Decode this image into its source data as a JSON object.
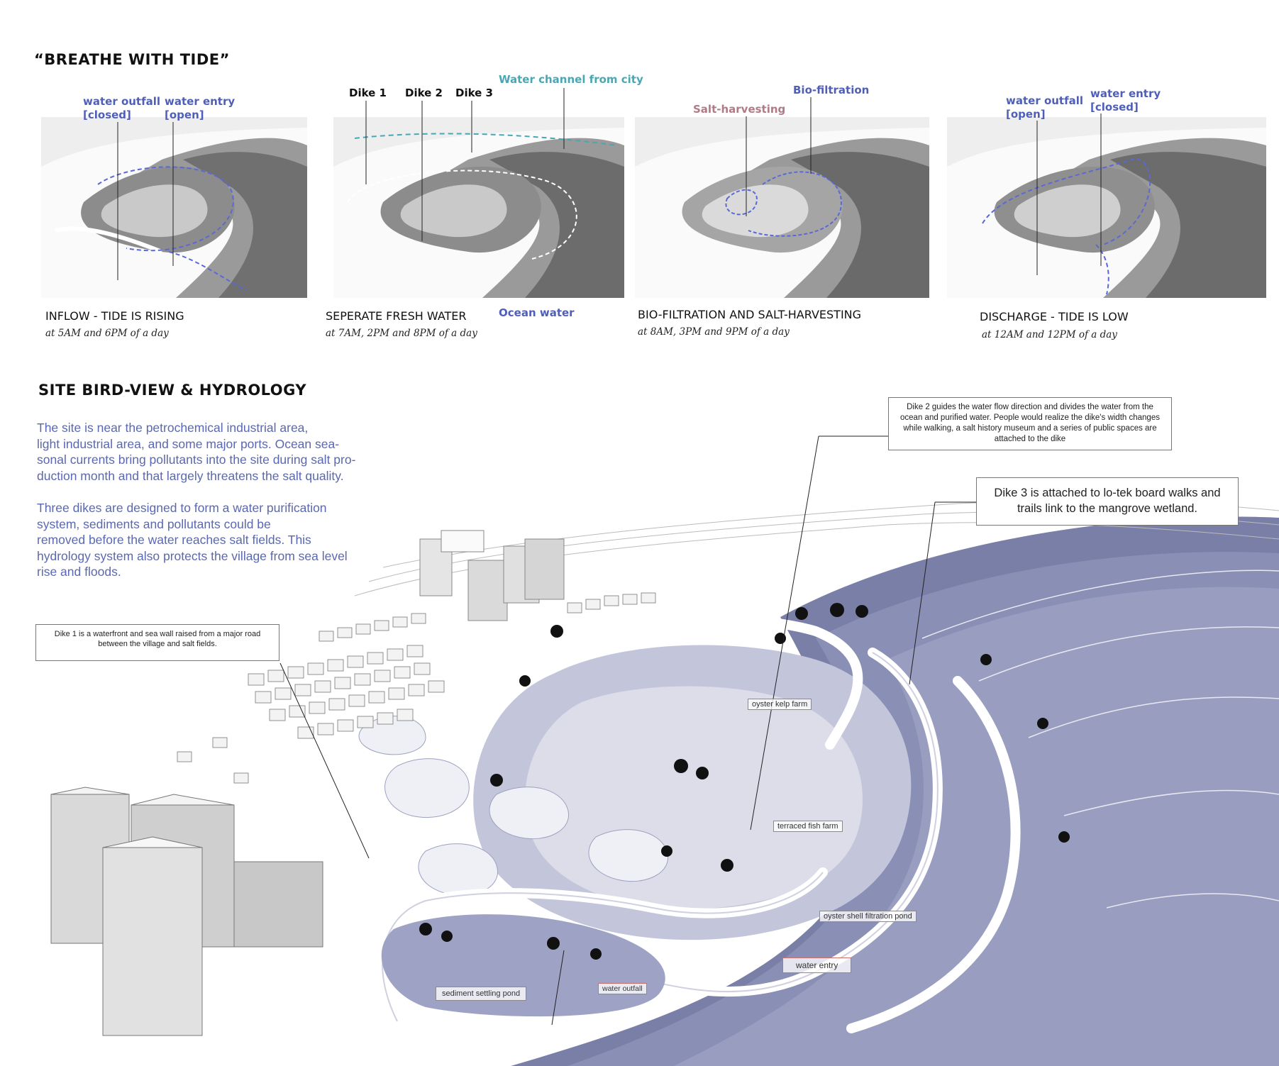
{
  "top": {
    "heading": "“BREATHE WITH TIDE”",
    "panels": [
      {
        "caption": "INFLOW - TIDE IS RISING",
        "time": "at 5AM and 6PM of a day",
        "labels": [
          "water outfall\n[closed]",
          "water entry\n[open]"
        ]
      },
      {
        "caption": "SEPERATE FRESH WATER",
        "time": "at 7AM, 2PM and 8PM of a day",
        "labels": [
          "Dike 1",
          "Dike 2",
          "Dike 3",
          "Water channel from city",
          "Ocean water"
        ]
      },
      {
        "caption": "BIO-FILTRATION AND SALT-HARVESTING",
        "time": "at 8AM, 3PM and 9PM of a day",
        "labels": [
          "Salt-harvesting",
          "Bio-filtration"
        ]
      },
      {
        "caption": "DISCHARGE - TIDE IS LOW",
        "time": "at 12AM and 12PM of a day",
        "labels": [
          "water outfall\n[open]",
          "water entry\n[closed]"
        ]
      }
    ]
  },
  "site": {
    "heading": "SITE BIRD-VIEW & HYDROLOGY",
    "paragraph1": "        The site is near the petrochemical industrial area,\nlight industrial area, and some major ports. Ocean sea-\nsonal currents bring pollutants into the site during salt pro-\nduction month and that largely threatens the salt quality.",
    "paragraph2": "        Three dikes are designed to form a water purification\nsystem, sediments and pollutants could be\nremoved before the water reaches salt fields. This\nhydrology system also protects the village from sea level\nrise and floods.",
    "note_dike1": "Dike 1 is a waterfront and sea wall raised from a major road between the village and salt fields.",
    "note_dike2": "Dike 2 guides the water flow direction and divides the water from the ocean and purified water. People would realize the dike's width changes while walking, a salt history museum and a series of public spaces are attached to the dike",
    "note_dike3": "Dike 3 is attached to lo-tek board walks and trails link to the mangrove wetland.",
    "map_labels": {
      "oyster_kelp": "oyster kelp farm",
      "terraced_fish": "terraced fish farm",
      "oyster_shell": "oyster shell filtration pond",
      "water_entry": "water entry",
      "water_outfall": "water outfall",
      "sediment": "sediment settling pond"
    }
  },
  "colors": {
    "ocean": "#7a7fa8",
    "accent_blue": "#5a68b2",
    "teal": "#4aa7b2",
    "rose": "#b07a86"
  }
}
